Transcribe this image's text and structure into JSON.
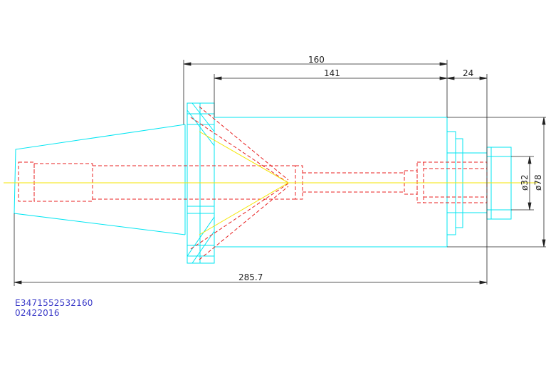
{
  "dimensions": {
    "overall_top": "160",
    "inner_top": "141",
    "right_top": "24",
    "total_bottom": "285.7",
    "dia_small": "ø32",
    "dia_large": "ø78"
  },
  "part_codes": {
    "line1": "E3471552532160",
    "line2": "02422016"
  },
  "colors": {
    "outline": "#00e5f2",
    "hidden": "#e82020",
    "centerline": "#f5e600",
    "dimension": "#222222",
    "code_text": "#3a3ac8"
  }
}
